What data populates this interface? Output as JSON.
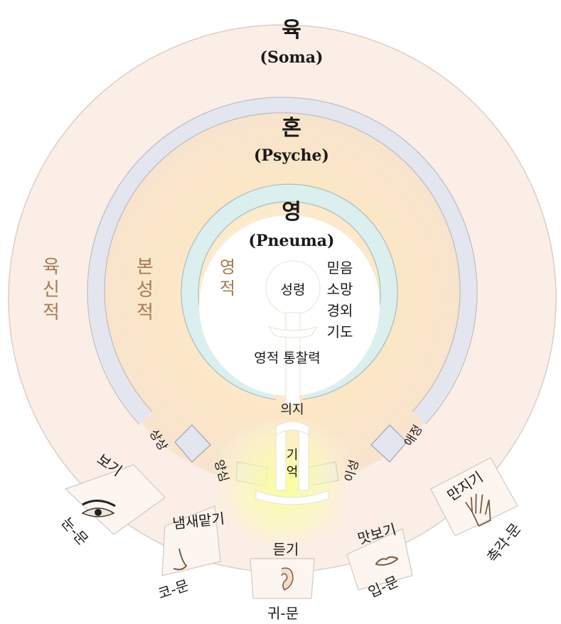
{
  "soma": {
    "title": "육",
    "latin": "(Soma)",
    "side_label": [
      "육",
      "신",
      "적"
    ]
  },
  "psyche": {
    "title": "혼",
    "latin": "(Psyche)",
    "side_label": [
      "본",
      "성",
      "적"
    ]
  },
  "pneuma": {
    "title": "영",
    "latin": "(Pneuma)",
    "side_label": [
      "영",
      "적"
    ],
    "core": "성령",
    "virtues": [
      "믿음",
      "소망",
      "경외",
      "기도"
    ],
    "insight": "영적 통찰력"
  },
  "will": "의지",
  "memory": [
    "기",
    "억"
  ],
  "faculties": {
    "imagination": "상상",
    "conscience": "양심",
    "reason": "이성",
    "affection": "애정"
  },
  "senses": [
    {
      "verb": "보기",
      "gate": "눈-문",
      "organ": "eye-icon"
    },
    {
      "verb": "냄새맡기",
      "gate": "코-문",
      "organ": "nose-icon"
    },
    {
      "verb": "듣기",
      "gate": "귀-문",
      "organ": "ear-icon"
    },
    {
      "verb": "맛보기",
      "gate": "입-문",
      "organ": "mouth-icon"
    },
    {
      "verb": "만지기",
      "gate": "촉각-문",
      "organ": "hand-icon"
    }
  ],
  "colors": {
    "soma_fill": "#fbeee6",
    "psyche_glow": "#f5d7a9",
    "gray_band": "#e4e6ef",
    "spirit_band": "#dcefef",
    "label_brown": "#a67c52",
    "text": "#1a1a1a"
  }
}
